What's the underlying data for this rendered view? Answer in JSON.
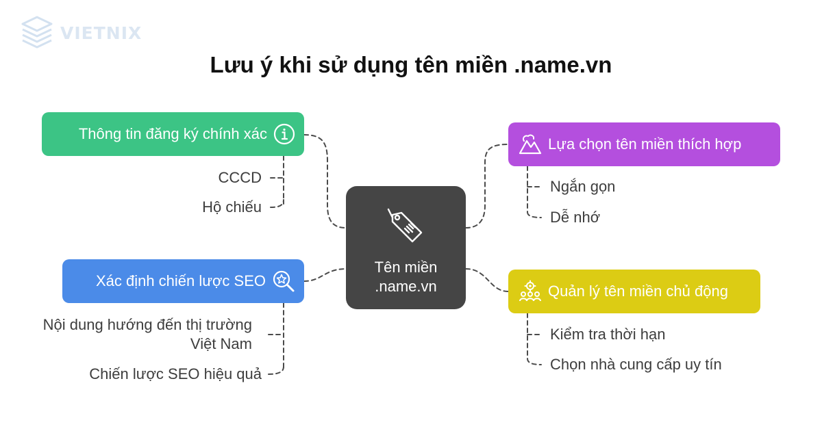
{
  "brand": {
    "name": "VIETNIX"
  },
  "title": "Lưu ý khi sử dụng tên miền .name.vn",
  "center": {
    "label": "Tên miền\n.name.vn",
    "icon": "tag-icon"
  },
  "branches": [
    {
      "label": "Thông tin đăng ký chính xác",
      "icon": "info-icon",
      "color": "#3cc485",
      "children": [
        "CCCD",
        "Hộ chiếu"
      ]
    },
    {
      "label": "Xác định chiến lược SEO",
      "icon": "seo-search-icon",
      "color": "#4b8be8",
      "children": [
        "Nội dung hướng đến thị trường Việt Nam",
        "Chiến lược SEO hiệu quả"
      ]
    },
    {
      "label": "Lựa chọn tên miền thích hợp",
      "icon": "mountain-icon",
      "color": "#b44fde",
      "children": [
        "Ngắn gọn",
        "Dễ nhớ"
      ]
    },
    {
      "label": "Quản lý tên miền chủ động",
      "icon": "people-gear-icon",
      "color": "#dccc14",
      "children": [
        "Kiểm tra thời hạn",
        "Chọn nhà cung cấp uy tín"
      ]
    }
  ]
}
